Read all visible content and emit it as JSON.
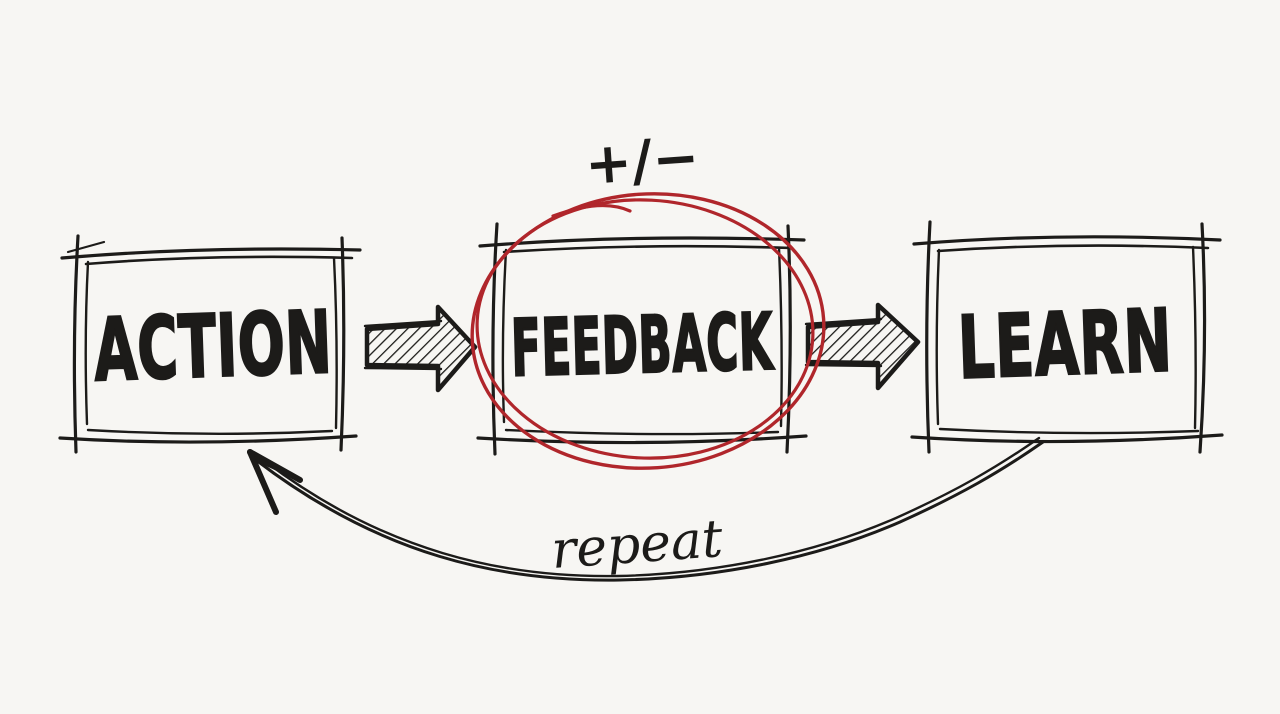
{
  "colors": {
    "background": "#f7f6f3",
    "ink": "#1c1b19",
    "red": "#b0262b"
  },
  "diagram": {
    "nodes": [
      {
        "id": "action",
        "label": "ACTION"
      },
      {
        "id": "feedback",
        "label": "FEEDBACK",
        "emphasis": "red-circle"
      },
      {
        "id": "learn",
        "label": "LEARN"
      }
    ],
    "edges": [
      {
        "from": "action",
        "to": "feedback",
        "style": "hatched-block-arrow"
      },
      {
        "from": "feedback",
        "to": "learn",
        "style": "hatched-block-arrow"
      },
      {
        "from": "learn",
        "to": "action",
        "style": "curved-sketch-arrow",
        "label": "repeat"
      }
    ],
    "annotations": {
      "plus_minus": "+/−"
    }
  }
}
